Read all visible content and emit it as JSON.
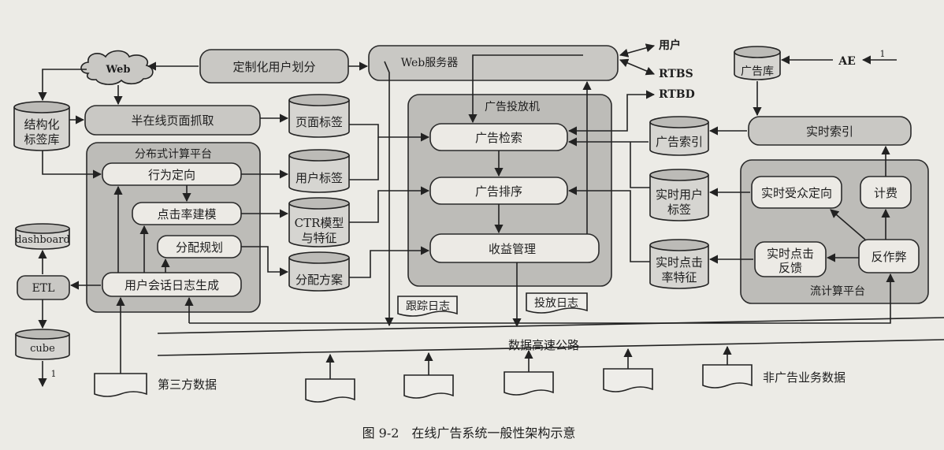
{
  "labels": {
    "web": "Web",
    "custom_segment": "定制化用户划分",
    "web_server": "Web服务器",
    "user_out": "用户",
    "rtbs": "RTBS",
    "rtbd": "RTBD",
    "ad_db": "广告库",
    "ae": "AE",
    "ae_num": "1",
    "struct_tag_1": "结构化",
    "struct_tag_2": "标签库",
    "semi_online": "半在线页面抓取",
    "page_tag": "页面标签",
    "dist_platform": "分布式计算平台",
    "behavior": "行为定向",
    "user_tag": "用户标签",
    "ctr_model": "点击率建模",
    "ctr_feat_1": "CTR模型",
    "ctr_feat_2": "与特征",
    "alloc_plan": "分配规划",
    "alloc_scheme": "分配方案",
    "session_log": "用户会话日志生成",
    "dashboard": "dashboard",
    "etl": "ETL",
    "cube": "cube",
    "cube_num": "1",
    "ad_engine": "广告投放机",
    "ad_retrieval": "广告检索",
    "ad_rank": "广告排序",
    "revenue": "收益管理",
    "ad_index": "广告索引",
    "rt_index": "实时索引",
    "rt_user_tag_1": "实时用户",
    "rt_user_tag_2": "标签",
    "rt_click_feat_1": "实时点击",
    "rt_click_feat_2": "率特征",
    "rt_audience": "实时受众定向",
    "billing": "计费",
    "rt_click_fb_1": "实时点击",
    "rt_click_fb_2": "反馈",
    "anti_fraud": "反作弊",
    "stream_platform": "流计算平台",
    "trace_log": "跟踪日志",
    "serve_log": "投放日志",
    "data_highway": "数据高速公路",
    "third_party": "第三方数据",
    "non_ad_data": "非广告业务数据",
    "caption": "图 9-2　在线广告系统一般性架构示意"
  }
}
